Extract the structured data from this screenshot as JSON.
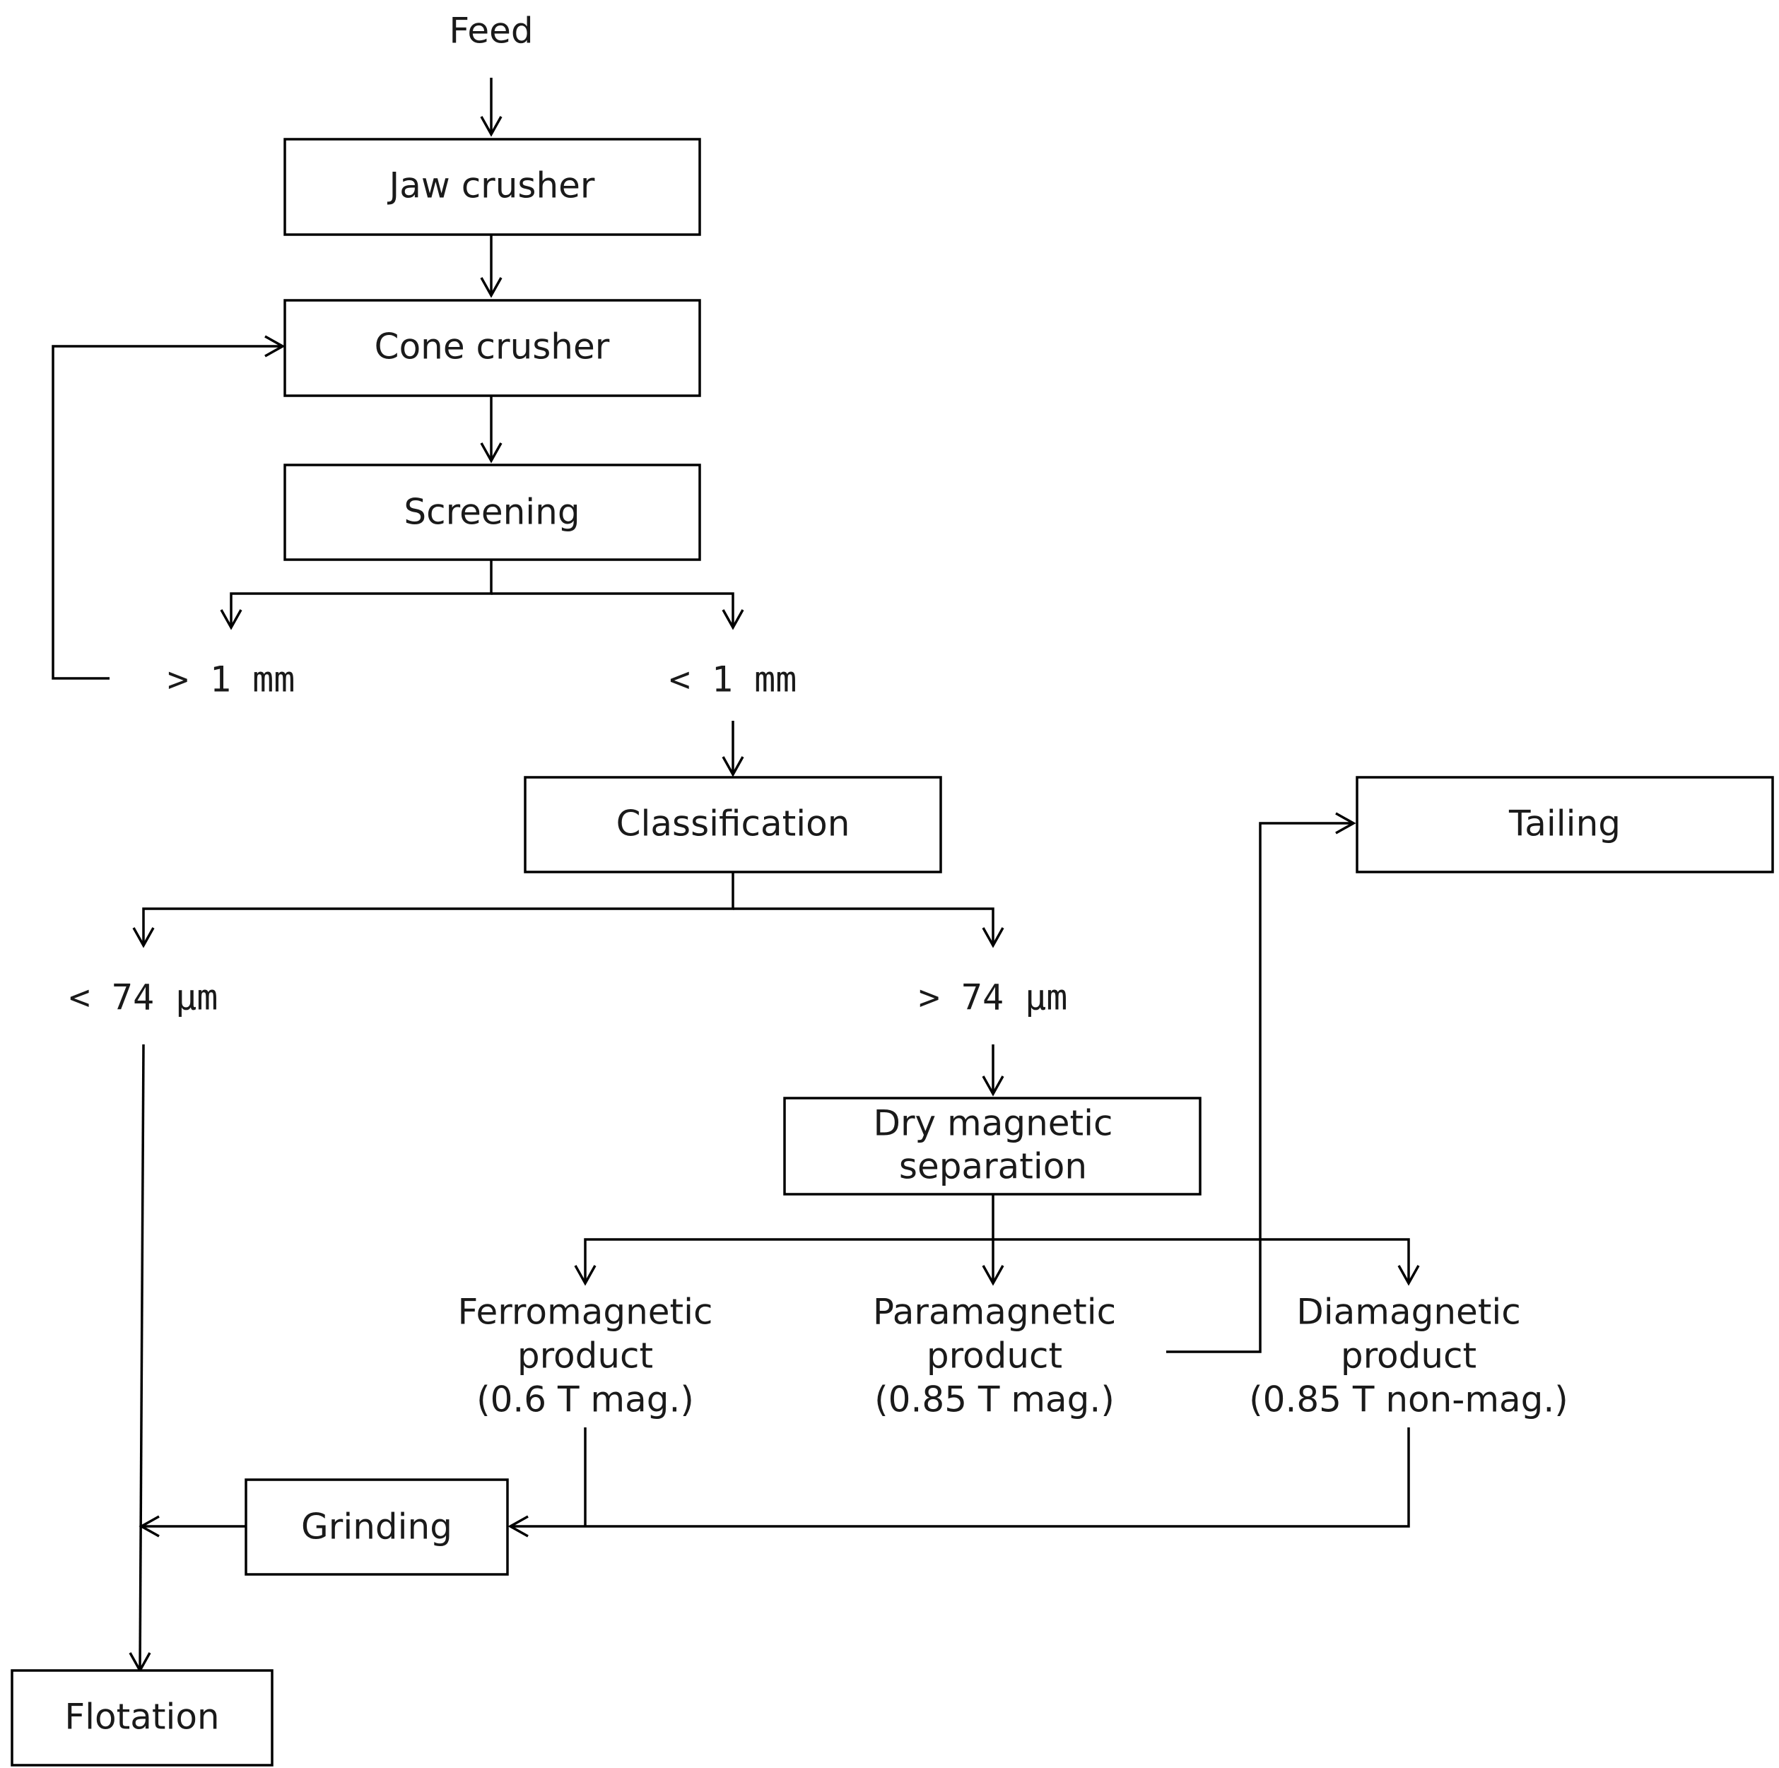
{
  "feed_label": "Feed",
  "nodes": {
    "jaw_crusher": "Jaw crusher",
    "cone_crusher": "Cone crusher",
    "screening": "Screening",
    "classification": "Classification",
    "tailing": "Tailing",
    "dry_magnetic_separation": [
      "Dry magnetic",
      "separation"
    ],
    "grinding": "Grinding",
    "flotation": "Flotation"
  },
  "size_labels": {
    "oversize": "> 1 mm",
    "undersize": "< 1 mm",
    "fine": "< 74 µm",
    "coarse": "> 74 µm"
  },
  "products": {
    "ferromagnetic": [
      "Ferromagnetic",
      "product",
      "(0.6 T mag.)"
    ],
    "paramagnetic": [
      "Paramagnetic",
      "product",
      "(0.85 T mag.)"
    ],
    "diamagnetic": [
      "Diamagnetic",
      "product",
      "(0.85 T non-mag.)"
    ]
  }
}
